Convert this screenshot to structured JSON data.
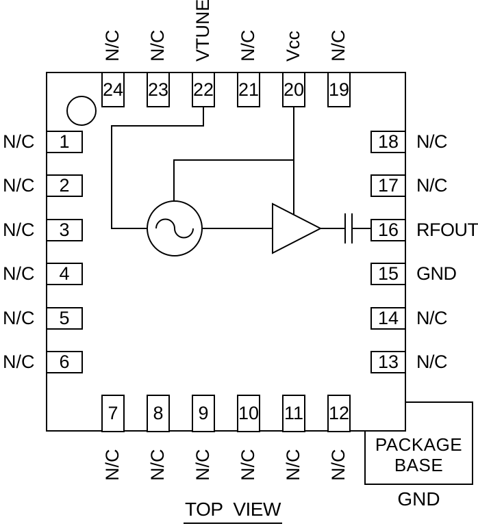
{
  "title": "TOP VIEW",
  "colors": {
    "line": "#000000",
    "background": "#ffffff"
  },
  "pins": {
    "top": [
      {
        "num": "24",
        "label": "N/C"
      },
      {
        "num": "23",
        "label": "N/C"
      },
      {
        "num": "22",
        "label": "VTUNE"
      },
      {
        "num": "21",
        "label": "N/C"
      },
      {
        "num": "20",
        "label": "Vcc"
      },
      {
        "num": "19",
        "label": "N/C"
      }
    ],
    "right": [
      {
        "num": "18",
        "label": "N/C"
      },
      {
        "num": "17",
        "label": "N/C"
      },
      {
        "num": "16",
        "label": "RFOUT"
      },
      {
        "num": "15",
        "label": "GND"
      },
      {
        "num": "14",
        "label": "N/C"
      },
      {
        "num": "13",
        "label": "N/C"
      }
    ],
    "left": [
      {
        "num": "1",
        "label": "N/C"
      },
      {
        "num": "2",
        "label": "N/C"
      },
      {
        "num": "3",
        "label": "N/C"
      },
      {
        "num": "4",
        "label": "N/C"
      },
      {
        "num": "5",
        "label": "N/C"
      },
      {
        "num": "6",
        "label": "N/C"
      }
    ],
    "bottom": [
      {
        "num": "7",
        "label": "N/C"
      },
      {
        "num": "8",
        "label": "N/C"
      },
      {
        "num": "9",
        "label": "N/C"
      },
      {
        "num": "10",
        "label": "N/C"
      },
      {
        "num": "11",
        "label": "N/C"
      },
      {
        "num": "12",
        "label": "N/C"
      }
    ]
  },
  "package_base": {
    "line1": "PACKAGE",
    "line2": "BASE",
    "ground_label": "GND"
  }
}
